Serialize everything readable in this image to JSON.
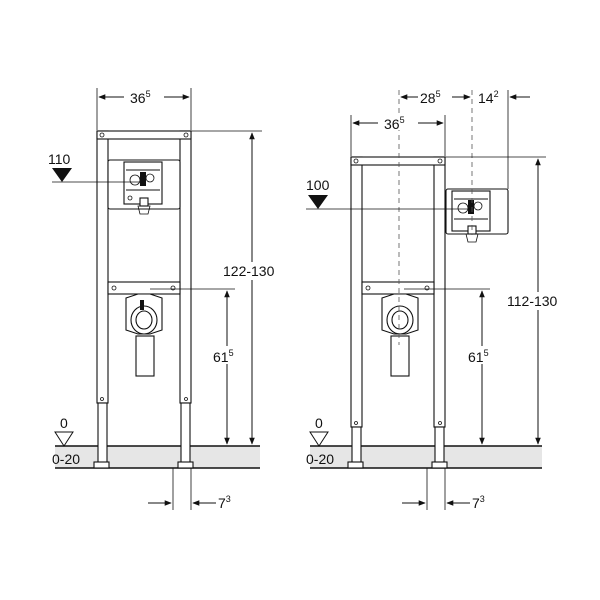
{
  "diagrams": [
    {
      "id": "left",
      "marker_value": "110",
      "width_main": "36",
      "width_main_sup": "5",
      "height_range": "122-130",
      "drain_height": "61",
      "drain_height_sup": "5",
      "floor_level": "0",
      "floor_range": "0-20",
      "offset": "7",
      "offset_sup": "3"
    },
    {
      "id": "right",
      "marker_value": "100",
      "width_main": "36",
      "width_main_sup": "5",
      "width_offset": "28",
      "width_offset_sup": "5",
      "box_depth": "14",
      "box_depth_sup": "2",
      "height_range": "112-130",
      "drain_height": "61",
      "drain_height_sup": "5",
      "floor_level": "0",
      "floor_range": "0-20",
      "offset": "7",
      "offset_sup": "3"
    }
  ]
}
